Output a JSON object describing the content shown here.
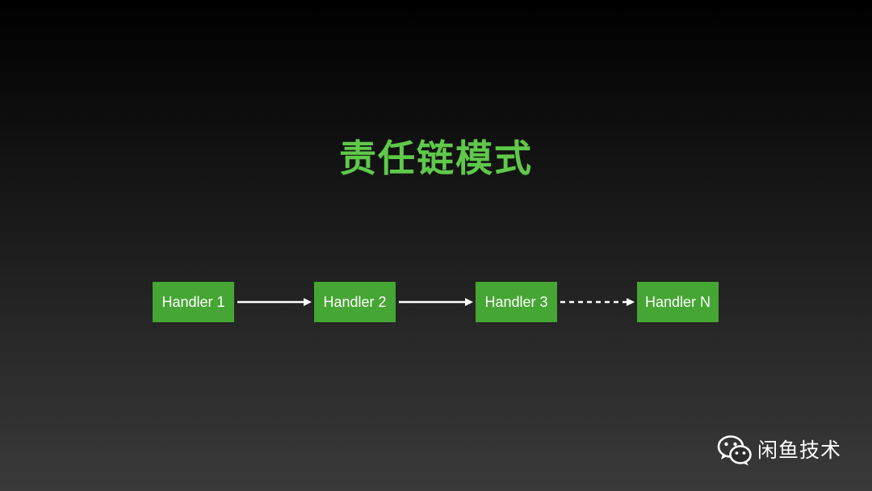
{
  "slide": {
    "title": "责任链模式",
    "title_color": "#5fc94a",
    "node_color": "#45a633",
    "background_top": "#000000",
    "background_bottom": "#3a3a3a"
  },
  "diagram": {
    "nodes": [
      {
        "label": "Handler 1"
      },
      {
        "label": "Handler 2"
      },
      {
        "label": "Handler 3"
      },
      {
        "label": "Handler N"
      }
    ],
    "edges": [
      {
        "from": "Handler 1",
        "to": "Handler 2",
        "style": "solid"
      },
      {
        "from": "Handler 2",
        "to": "Handler 3",
        "style": "solid"
      },
      {
        "from": "Handler 3",
        "to": "Handler N",
        "style": "dashed"
      }
    ]
  },
  "watermark": {
    "icon": "wechat-icon",
    "text": "闲鱼技术"
  }
}
